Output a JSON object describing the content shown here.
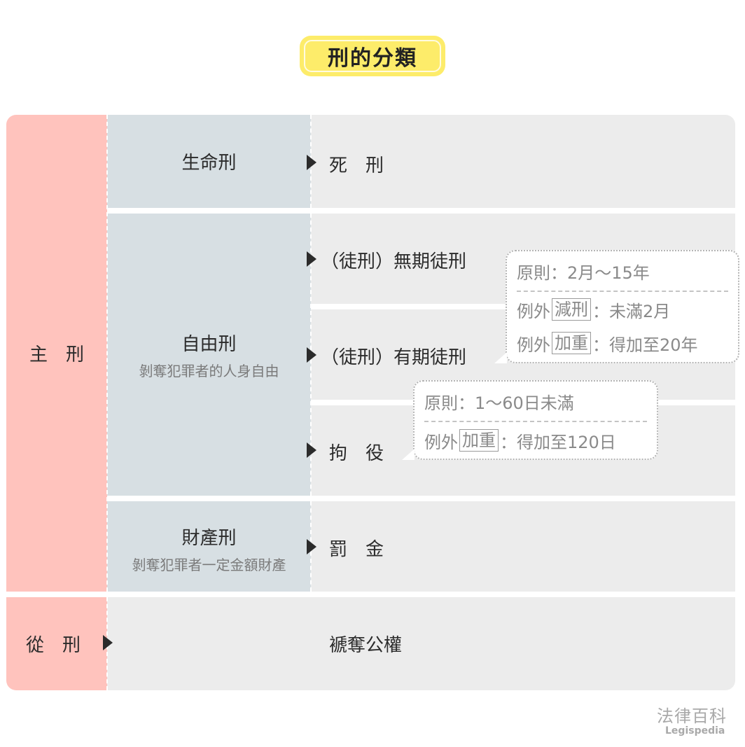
{
  "title": "刑的分類",
  "colors": {
    "title_bg": "#fdec6a",
    "left_column": "#ffc3bd",
    "middle_column": "#d7dfe3",
    "right_column": "#ececec",
    "text": "#2b2b2b",
    "muted_text": "#8a8a8a"
  },
  "main_penalty": {
    "label": "主　刑",
    "categories": [
      {
        "label": "生命刑",
        "description": "",
        "items": [
          {
            "label": "死　刑"
          }
        ]
      },
      {
        "label": "自由刑",
        "description": "剝奪犯罪者的人身自由",
        "items": [
          {
            "label": "（徒刑）無期徒刑"
          },
          {
            "label": "（徒刑）有期徒刑"
          },
          {
            "label": "拘　役"
          }
        ]
      },
      {
        "label": "財產刑",
        "description": "剝奪犯罪者一定金額財產",
        "items": [
          {
            "label": "罰　金"
          }
        ]
      }
    ]
  },
  "callouts": {
    "fixed_term": {
      "principle": "原則：2月～15年",
      "exception_1_prefix": "例外",
      "exception_1_tag": "減刑",
      "exception_1_text": "：未滿2月",
      "exception_2_prefix": "例外",
      "exception_2_tag": "加重",
      "exception_2_text": "：得加至20年"
    },
    "detention": {
      "principle": "原則：1～60日未滿",
      "exception_prefix": "例外",
      "exception_tag": "加重",
      "exception_text": "：得加至120日"
    }
  },
  "subsidiary_penalty": {
    "label": "從　刑",
    "items": [
      {
        "label": "褫奪公權"
      }
    ]
  },
  "footer": {
    "brand_cn": "法律百科",
    "brand_en": "Legispedia"
  }
}
